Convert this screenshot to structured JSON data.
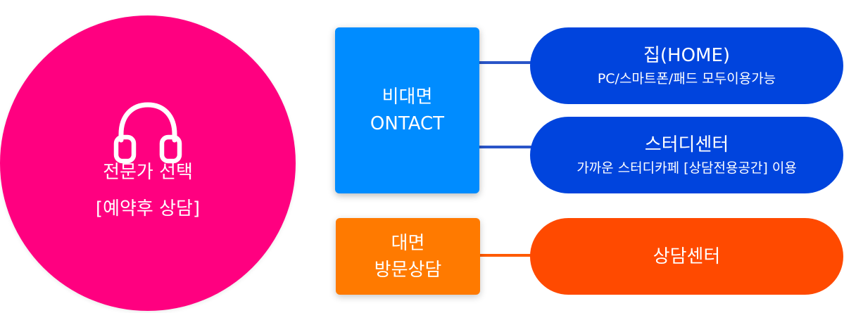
{
  "left_circle": {
    "icon": "headphones-icon",
    "title": "전문가 선택",
    "subtitle": "[예약후 상담]",
    "color": "#ff0080"
  },
  "middle": {
    "ontact": {
      "line1": "비대면",
      "line2": "ONTACT",
      "color": "#008cff"
    },
    "face": {
      "line1": "대면",
      "line2": "방문상담",
      "color": "#ff7a00"
    }
  },
  "right": {
    "home": {
      "title": "집(HOME)",
      "desc": "PC/스마트폰/패드 모두이용가능",
      "color": "#0044dd"
    },
    "study": {
      "title": "스터디센터",
      "desc": "가까운 스터디카페 [상담전용공간] 이용",
      "color": "#0044dd"
    },
    "center": {
      "title": "상담센터",
      "color": "#ff4a00"
    }
  }
}
